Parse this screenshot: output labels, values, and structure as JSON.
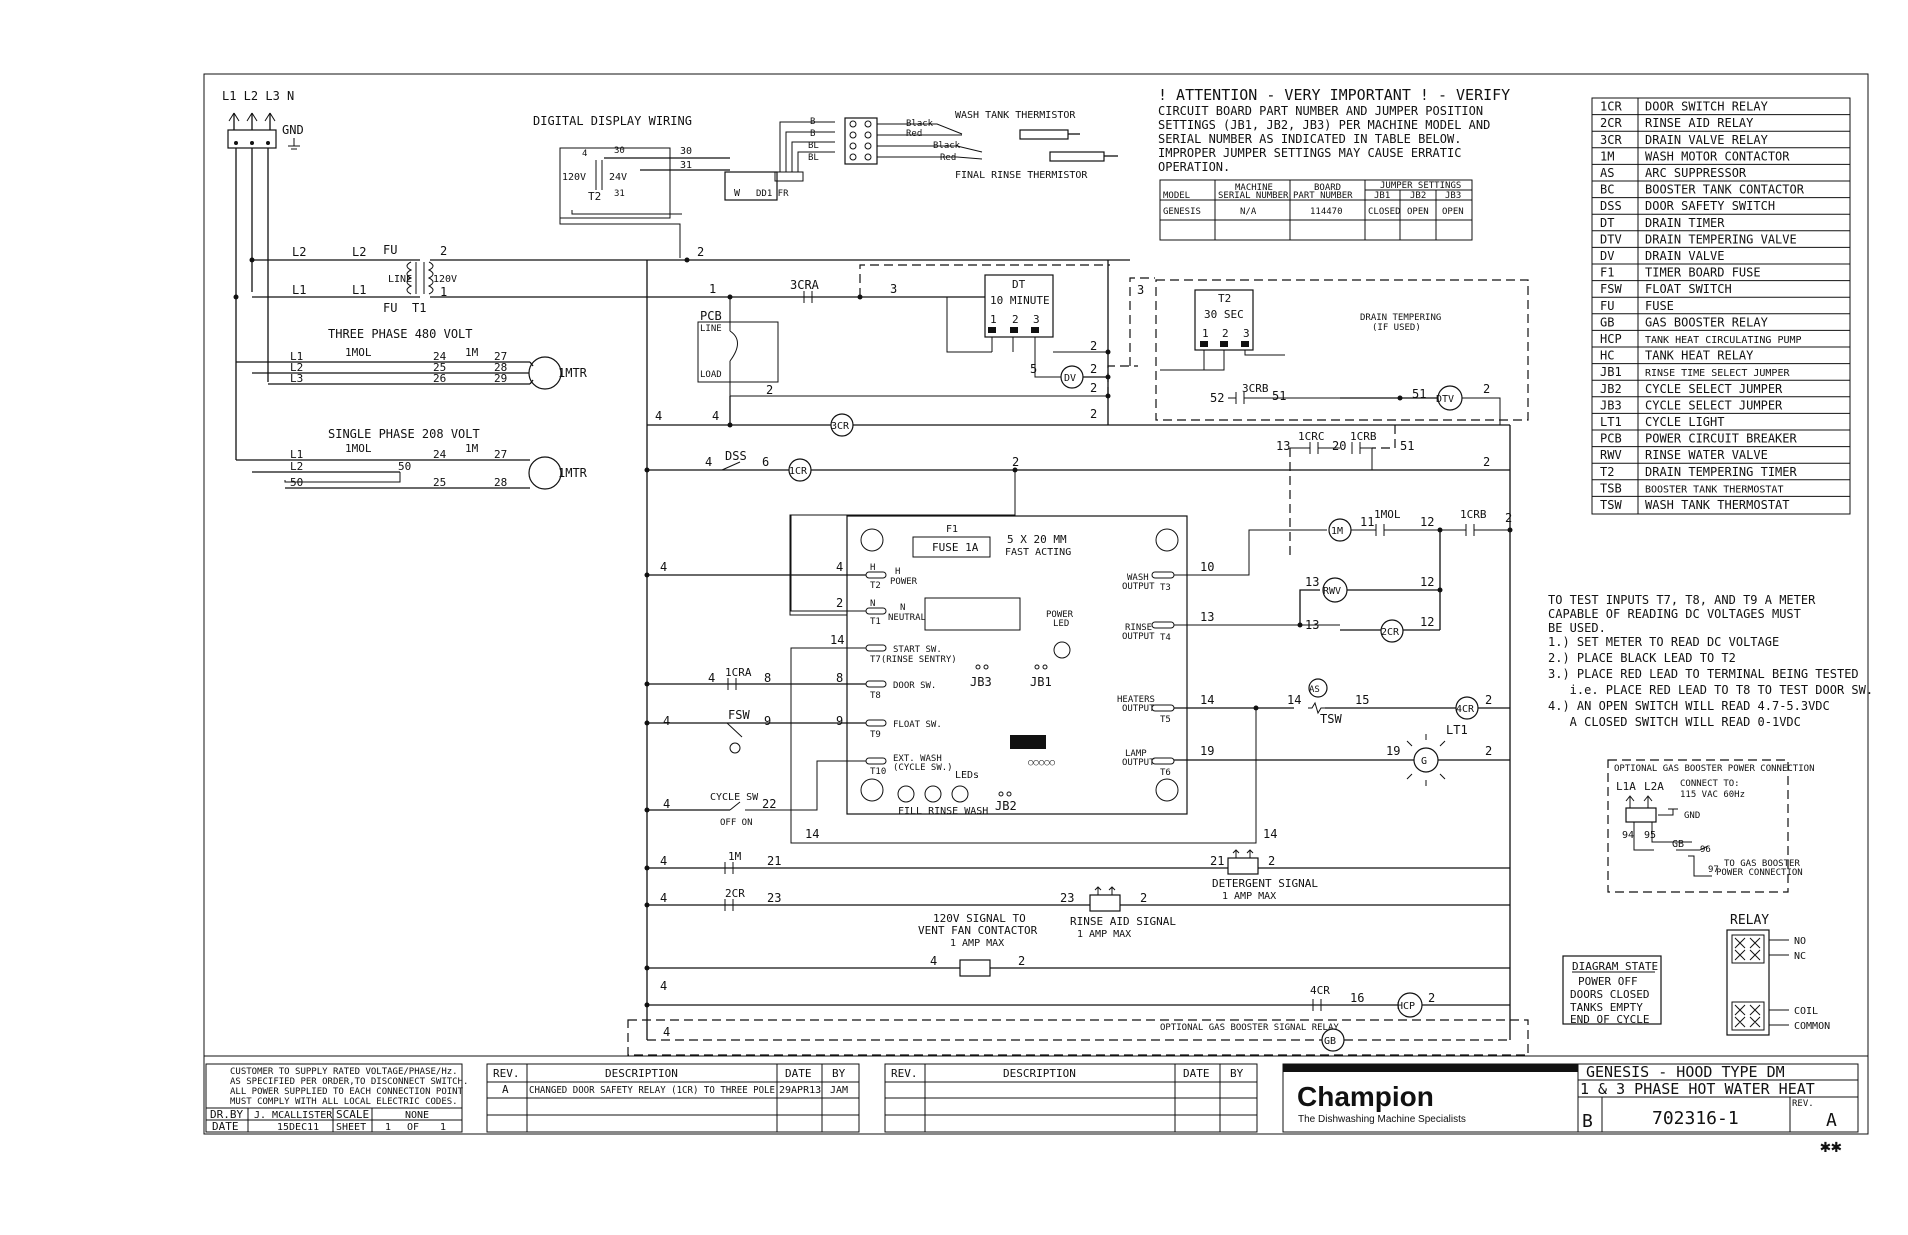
{
  "power": {
    "lines": "L1 L2 L3 N",
    "gnd": "GND",
    "l1": "L1",
    "l2": "L2",
    "l3": "L3",
    "fu": "FU",
    "line": "LINE",
    "v120": "120V",
    "t1": "T1",
    "one": "1",
    "two": "2"
  },
  "digital_display": {
    "title": "DIGITAL DISPLAY WIRING",
    "v120": "120V",
    "v24": "24V",
    "t2": "T2",
    "n4": "4",
    "n30": "30",
    "n31": "31",
    "w": "W",
    "dd1fr": "DD1 FR",
    "b": "B",
    "bl": "BL",
    "black": "Black",
    "red": "Red",
    "wash_therm": "WASH TANK THERMISTOR",
    "final_therm": "FINAL RINSE THERMISTOR"
  },
  "motors": {
    "three_phase": "THREE PHASE 480 VOLT",
    "single_phase": "SINGLE PHASE 208 VOLT",
    "mol": "1MOL",
    "m1": "1M",
    "mtr": "1MTR",
    "n24": "24",
    "n25": "25",
    "n26": "26",
    "n27": "27",
    "n28": "28",
    "n29": "29",
    "n50": "50"
  },
  "controls": {
    "pcb": "PCB",
    "line": "LINE",
    "load": "LOAD",
    "cra3": "3CRA",
    "dt": "DT",
    "dt_min": "10 MINUTE",
    "d1": "1",
    "d2": "2",
    "d3": "3",
    "dv": "DV",
    "cr3": "3CR",
    "dss": "DSS",
    "cr1": "1CR",
    "t2": "T2",
    "t2_sec": "30 SEC",
    "drain_temp": "DRAIN TEMPERING",
    "if_used": "(IF USED)",
    "crb3": "3CRB",
    "dtv": "DTV",
    "crc1": "1CRC",
    "m1": "1M",
    "mol": "1MOL",
    "crb1": "1CRB",
    "rwv": "RWV",
    "cr2": "2CR",
    "as": "AS",
    "tsw": "TSW",
    "cr4": "4CR",
    "g": "G",
    "lt1": "LT1",
    "cra1": "1CRA",
    "fsw": "FSW",
    "cycle_sw": "CYCLE SW",
    "off_on": "OFF ON",
    "det_signal": "DETERGENT SIGNAL",
    "amp": "1 AMP MAX",
    "rinse_signal": "RINSE AID SIGNAL",
    "vent1": "120V SIGNAL TO",
    "vent2": "VENT FAN CONTACTOR",
    "hcp": "HCP",
    "gb": "GB",
    "gas_relay": "OPTIONAL GAS BOOSTER SIGNAL RELAY"
  },
  "wires": {
    "n2": "2",
    "n3": "3",
    "n4": "4",
    "n5": "5",
    "n6": "6",
    "n8": "8",
    "n9": "9",
    "n10": "10",
    "n11": "11",
    "n12": "12",
    "n13": "13",
    "n14": "14",
    "n15": "15",
    "n16": "16",
    "n19": "19",
    "n20": "20",
    "n21": "21",
    "n22": "22",
    "n23": "23",
    "n51": "51",
    "n52": "52",
    "n1": "1"
  },
  "board": {
    "f1": "F1",
    "fuse": "FUSE 1A",
    "mm": "5 X 20 MM",
    "fast": "FAST ACTING",
    "h": "H",
    "power": "POWER",
    "t2": "T2",
    "n": "N",
    "neutral": "NEUTRAL",
    "t1": "T1",
    "start": "START SW.",
    "rinse_sentry": "T7(RINSE SENTRY)",
    "door": "DOOR SW.",
    "t8": "T8",
    "float": "FLOAT SW.",
    "t9": "T9",
    "ext": "EXT. WASH",
    "cycle": "(CYCLE SW.)",
    "t10": "T10",
    "leds": "LEDs",
    "fill": "FILL RINSE WASH",
    "jb1": "JB1",
    "jb2": "JB2",
    "jb3": "JB3",
    "power_led1": "POWER",
    "power_led2": "LED",
    "wash": "WASH",
    "output": "OUTPUT",
    "t3": "T3",
    "rinse": "RINSE",
    "t4": "T4",
    "heaters": "HEATERS",
    "t5": "T5",
    "lamp": "LAMP",
    "t6": "T6"
  },
  "attention": {
    "title": "! ATTENTION - VERY IMPORTANT ! - VERIFY",
    "lines": [
      "CIRCUIT BOARD PART NUMBER AND JUMPER POSITION",
      "SETTINGS (JB1, JB2, JB3) PER MACHINE MODEL AND",
      "SERIAL NUMBER AS INDICATED IN TABLE BELOW.",
      "IMPROPER JUMPER SETTINGS MAY CAUSE ERRATIC",
      "OPERATION."
    ],
    "h_machine": "MACHINE",
    "h_board": "BOARD",
    "h_jumper": "JUMPER SETTINGS",
    "h_model": "MODEL",
    "h_serial": "SERIAL NUMBER",
    "h_part": "PART NUMBER",
    "h_jb1": "JB1",
    "h_jb2": "JB2",
    "h_jb3": "JB3",
    "row": [
      "GENESIS",
      "N/A",
      "114470",
      "CLOSED",
      "OPEN",
      "OPEN"
    ]
  },
  "legend": [
    [
      "1CR",
      "DOOR SWITCH RELAY"
    ],
    [
      "2CR",
      "RINSE AID RELAY"
    ],
    [
      "3CR",
      "DRAIN VALVE RELAY"
    ],
    [
      "1M",
      "WASH MOTOR CONTACTOR"
    ],
    [
      "AS",
      "ARC SUPPRESSOR"
    ],
    [
      "BC",
      "BOOSTER TANK CONTACTOR"
    ],
    [
      "DSS",
      "DOOR SAFETY SWITCH"
    ],
    [
      "DT",
      "DRAIN TIMER"
    ],
    [
      "DTV",
      "DRAIN TEMPERING VALVE"
    ],
    [
      "DV",
      "DRAIN VALVE"
    ],
    [
      "F1",
      "TIMER BOARD FUSE"
    ],
    [
      "FSW",
      "FLOAT SWITCH"
    ],
    [
      "FU",
      "FUSE"
    ],
    [
      "GB",
      "GAS BOOSTER RELAY"
    ],
    [
      "HCP",
      "TANK HEAT CIRCULATING PUMP"
    ],
    [
      "HC",
      "TANK HEAT RELAY"
    ],
    [
      "JB1",
      "RINSE TIME SELECT JUMPER"
    ],
    [
      "JB2",
      "CYCLE SELECT JUMPER"
    ],
    [
      "JB3",
      "CYCLE SELECT JUMPER"
    ],
    [
      "LT1",
      "CYCLE LIGHT"
    ],
    [
      "PCB",
      "POWER CIRCUIT BREAKER"
    ],
    [
      "RWV",
      "RINSE WATER VALVE"
    ],
    [
      "T2",
      "DRAIN TEMPERING TIMER"
    ],
    [
      "TSB",
      "BOOSTER TANK THERMOSTAT"
    ],
    [
      "TSW",
      "WASH TANK THERMOSTAT"
    ]
  ],
  "test_notes": [
    "TO TEST INPUTS T7, T8, AND T9 A METER",
    "CAPABLE OF READING DC VOLTAGES MUST",
    "BE USED.",
    "1.) SET METER TO READ DC VOLTAGE",
    "2.) PLACE BLACK LEAD TO T2",
    "3.) PLACE RED LEAD TO TERMINAL BEING TESTED",
    "   i.e. PLACE RED LEAD TO T8 TO TEST DOOR SW.",
    "4.) AN OPEN SWITCH WILL READ 4.7-5.3VDC",
    "   A CLOSED SWITCH WILL READ 0-1VDC"
  ],
  "gas_booster": {
    "title": "OPTIONAL GAS BOOSTER POWER CONNECTION",
    "l1a": "L1A",
    "l2a": "L2A",
    "connect": "CONNECT TO:",
    "vac": "115 VAC 60Hz",
    "gnd": "GND",
    "gb": "GB",
    "n94": "94",
    "n95": "95",
    "n96": "96",
    "n97": "97",
    "to1": "TO GAS BOOSTER",
    "to2": "POWER CONNECTION"
  },
  "relay": {
    "title": "RELAY",
    "no": "NO",
    "nc": "NC",
    "coil": "COIL",
    "common": "COMMON"
  },
  "diagram_state": {
    "title": "DIAGRAM STATE",
    "lines": [
      "POWER OFF",
      "DOORS CLOSED",
      "TANKS EMPTY",
      "END OF CYCLE"
    ]
  },
  "title_block": {
    "customer": [
      "CUSTOMER TO SUPPLY RATED VOLTAGE/PHASE/Hz.",
      "AS SPECIFIED PER ORDER,TO DISCONNECT SWITCH.",
      "ALL POWER SUPPLIED TO EACH CONNECTION POINT",
      "MUST COMPLY WITH ALL LOCAL ELECTRIC CODES."
    ],
    "drby_label": "DR.BY",
    "drby": "J. MCALLISTER",
    "scale_label": "SCALE",
    "scale": "NONE",
    "date_label": "DATE",
    "date": "15DEC11",
    "sheet_label": "SHEET",
    "sheet": "1",
    "of_label": "OF",
    "of": "1",
    "rev_label": "REV.",
    "desc_label": "DESCRIPTION",
    "date_col": "DATE",
    "by_label": "BY",
    "rev_row": [
      "A",
      "CHANGED DOOR SAFETY RELAY (1CR) TO THREE POLE",
      "29APR13",
      "JAM"
    ],
    "brand": "Champion",
    "brand_sub": "The Dishwashing Machine Specialists",
    "title1": "GENESIS - HOOD TYPE DM",
    "title2": "1 & 3 PHASE HOT WATER HEAT",
    "size": "B",
    "dwg": "702316-1",
    "rev": "A",
    "stars": "✱✱"
  }
}
